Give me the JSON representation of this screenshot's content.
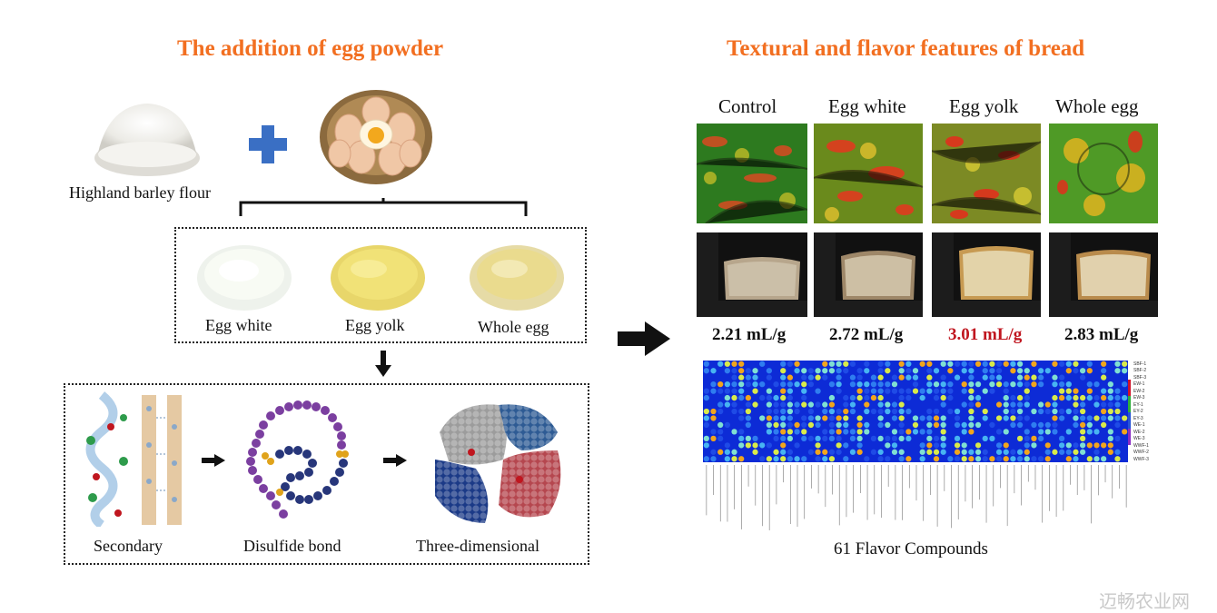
{
  "left_panel": {
    "title": "The addition of egg powder",
    "flour_label": "Highland barley flour",
    "powders": [
      "Egg white",
      "Egg yolk",
      "Whole egg"
    ],
    "structures": [
      "Secondary",
      "Disulfide bond",
      "Three-dimensional"
    ]
  },
  "right_panel": {
    "title": "Textural and flavor features of bread",
    "columns": [
      "Control",
      "Egg white",
      "Egg yolk",
      "Whole egg"
    ],
    "volumes": [
      "2.21 mL/g",
      "2.72 mL/g",
      "3.01 mL/g",
      "2.83 mL/g"
    ],
    "highlight_color": "#c0161f",
    "heatmap_rows": [
      "SBF-1",
      "SBF-2",
      "SBF-3",
      "EW-1",
      "EW-2",
      "EW-3",
      "EY-1",
      "EY-2",
      "EY-3",
      "WE-1",
      "WE-2",
      "WE-3",
      "WWF-1",
      "WWF-2",
      "WWF-3"
    ],
    "heatmap_caption": "61 Flavor Compounds"
  },
  "watermark": "迈畅农业网",
  "colors": {
    "accent": "#f26f21",
    "plus": "#3a6fc4"
  }
}
